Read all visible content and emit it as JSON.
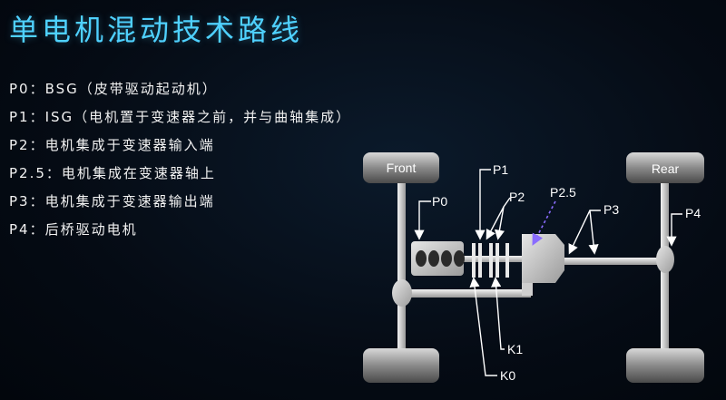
{
  "title": "单电机混动技术路线",
  "items": [
    "P0：BSG（皮带驱动起动机）",
    "P1：ISG（电机置于变速器之前，并与曲轴集成）",
    "P2：电机集成于变速器输入端",
    "P2.5：电机集成在变速器轴上",
    "P3：电机集成于变速器输出端",
    "P4：后桥驱动电机"
  ],
  "diagram": {
    "front": "Front",
    "rear": "Rear",
    "labels": {
      "p0": "P0",
      "p1": "P1",
      "p2": "P2",
      "p25": "P2.5",
      "p3": "P3",
      "p4": "P4",
      "k0": "K0",
      "k1": "K1"
    }
  }
}
